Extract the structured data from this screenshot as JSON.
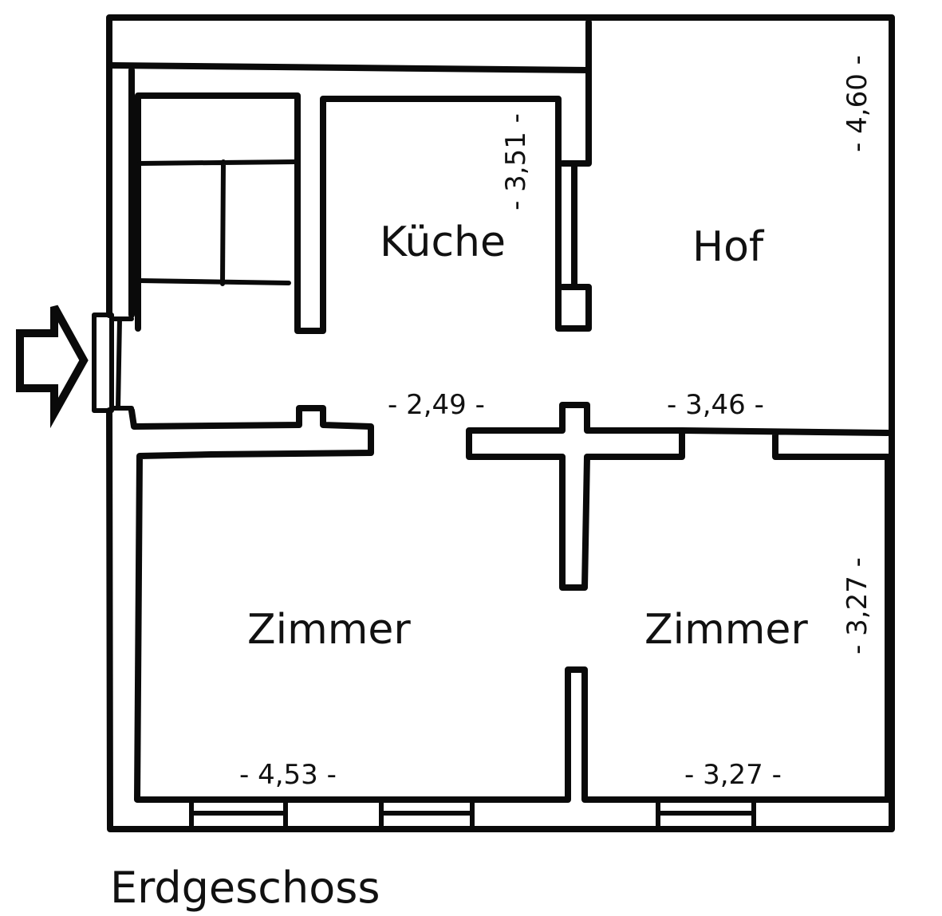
{
  "title": "Erdgeschoss",
  "rooms": {
    "kitchen": "Küche",
    "courtyard": "Hof",
    "room_left": "Zimmer",
    "room_right": "Zimmer"
  },
  "dimensions": {
    "kitchen_height": "- 3,51 -",
    "courtyard_height": "- 4,60 -",
    "hallway_width": "- 2,49 -",
    "courtyard_width": "- 3,46 -",
    "room_right_height": "- 3,27 -",
    "room_left_width": "- 4,53 -",
    "room_right_width": "- 3,27 -"
  },
  "entrance": {
    "icon": "arrow-right-icon"
  },
  "colors": {
    "ink": "#0a0a0a",
    "paper": "#ffffff"
  }
}
